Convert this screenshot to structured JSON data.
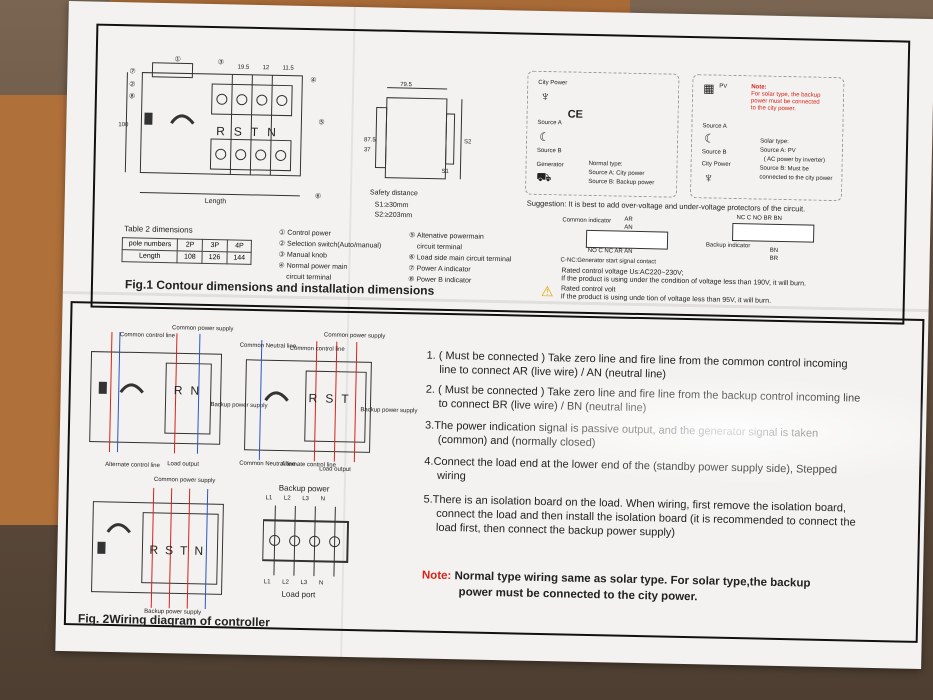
{
  "fig1": {
    "title": "Fig.1 Contour dimensions and installation dimensions",
    "dim_labels": {
      "w1": "19.5",
      "w2": "12",
      "w3": "11.5",
      "length": "Length",
      "height": "100",
      "side_w": "79.5",
      "side_a": "87.5",
      "side_b": "37",
      "s1": "S1",
      "s2": "S2",
      "safety_title": "Safety distance",
      "safety_s1": "S1:≥30mm",
      "safety_s2": "S2:≥203mm"
    },
    "callouts": [
      "①",
      "②",
      "③",
      "④",
      "⑤",
      "⑥",
      "⑦",
      "⑧"
    ],
    "phases": [
      "R",
      "S",
      "T",
      "N"
    ],
    "table": {
      "title": "Table 2 dimensions",
      "header": [
        "pole numbers",
        "2P",
        "3P",
        "4P"
      ],
      "row": [
        "Length",
        "108",
        "126",
        "144"
      ]
    },
    "legend_left": [
      "① Control power",
      "② Selection switch(Auto/manual)",
      "③ Manual knob",
      "④ Normal power main",
      "circuit terminal"
    ],
    "legend_right": [
      "⑤ Altenative powermain",
      "circuit terminal",
      "⑥ Load side main circuit terminal",
      "⑦ Power A indicator",
      "⑧ Power B indicator"
    ]
  },
  "panel_normal": {
    "city_power": "City Power",
    "source_a": "Source A",
    "source_b": "Source B",
    "generator": "Generator",
    "ce": "CE",
    "type_title": "Normal type:",
    "line_a": "Source A: City power",
    "line_b": "Source B: Backup power"
  },
  "panel_solar": {
    "pv": "PV",
    "city_power": "City Power",
    "source_a": "Source A",
    "source_b": "Source B",
    "note_label": "Note:",
    "note_lines": [
      "For solar type, the backup",
      "power must be connected",
      "to the city power."
    ],
    "type_title": "Solar type:",
    "line_a": "Source A: PV",
    "line_a2": "( AC power by inverter)",
    "line_b": "Source B: Must be",
    "line_b2": "connected to the city power"
  },
  "suggestion": "Suggestion: It is best to add over-voltage and under-voltage protectors of the circuit.",
  "indicators": {
    "common": "Common indicator",
    "ar": "AR",
    "an": "AN",
    "terminals_a": "NO C NC AR AN",
    "contact_caption": "C-NC:Generator start signal contact",
    "terminals_b": "NC C NO BR BN",
    "backup": "Backup indicator",
    "bn": "BN",
    "br": "BR"
  },
  "voltage": {
    "line1": "Rated control voltage Us:AC220~230V;",
    "line2": "If the product is using under the condition of voltage less than 190V, it will burn.",
    "line3": "Rated control volt",
    "line4": "If the product is using unde",
    "line4b": "tion of voltage less than 95V, it will burn."
  },
  "fig2": {
    "title": "Fig. 2Wiring diagram of controller",
    "common_control_line": "Common control line",
    "common_power_supply": "Common power supply",
    "common_neutral_line": "Common Neutral line",
    "alternate_control_line": "Alternate control line",
    "backup_power_supply": "Backup power supply",
    "load_output": "Load output",
    "backup_power": "Backup power",
    "load_port": "Load port",
    "lines": [
      "L1",
      "L2",
      "L3",
      "N"
    ],
    "rn": [
      "R",
      "N"
    ],
    "rst": [
      "R",
      "S",
      "T"
    ],
    "rstn": [
      "R",
      "S",
      "T",
      "N"
    ]
  },
  "instructions": [
    "1. ( Must be connected ) Take zero line and fire line from the common control incoming",
    "line to connect AR (live wire) / AN (neutral line)",
    "2. ( Must be connected ) Take zero line and fire line from the backup control incoming line",
    "to connect BR (live wire) / BN (neutral line)",
    "3.The power indication signal is passive output, and the generator signal is taken",
    "(common) and (normally closed)",
    "4.Connect the load end at the lower end of the (standby power supply side), Stepped",
    "wiring",
    "5.There is an isolation board on the load. When wiring, first remove the isolation board,",
    "connect the load and then install the isolation board (it is recommended to connect the",
    "load first, then connect the backup power supply)"
  ],
  "note": {
    "label": "Note:",
    "line1": "Normal type wiring same as solar type.   For solar type,the backup",
    "line2": "power must be connected to the city power."
  },
  "colors": {
    "red": "#d8221a",
    "blue": "#2a56c6",
    "ink": "#222222",
    "paper": "#f3f2f0"
  }
}
